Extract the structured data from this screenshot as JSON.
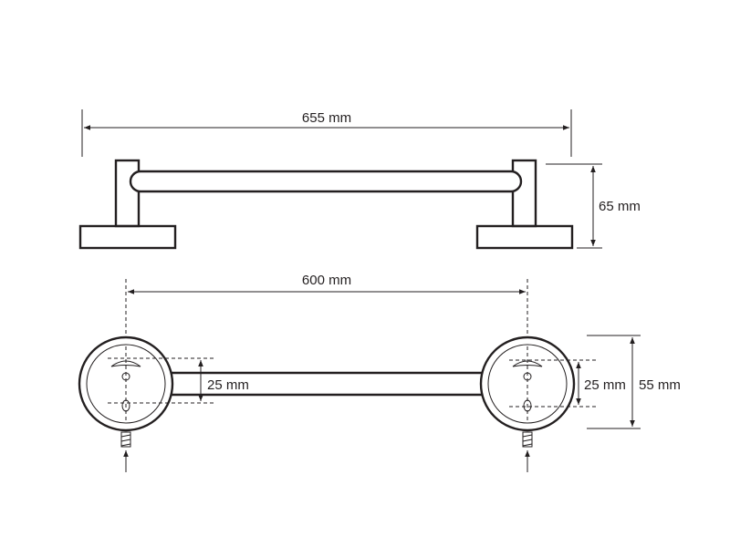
{
  "drawing": {
    "dimensions": {
      "overall_length": "655 mm",
      "height": "65 mm",
      "mounting_distance": "600 mm",
      "bar_diameter_left": "25 mm",
      "bar_diameter_right": "25 mm",
      "base_diameter": "55 mm"
    },
    "colors": {
      "line": "#231f20",
      "background": "#ffffff"
    }
  }
}
